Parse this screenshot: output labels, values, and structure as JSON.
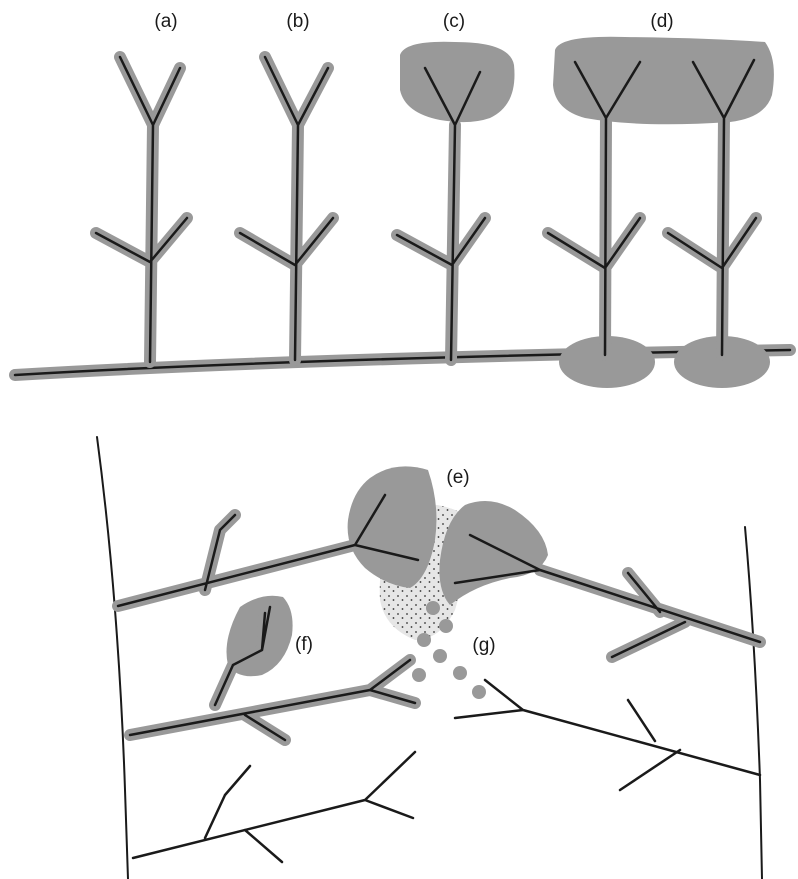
{
  "labels": {
    "a": "(a)",
    "b": "(b)",
    "c": "(c)",
    "d": "(d)",
    "e": "(e)",
    "f": "(f)",
    "g": "(g)"
  },
  "colors": {
    "ink": "#1a1a1a",
    "sheath": "#999999",
    "stipple_background": "#e6e6e6"
  }
}
